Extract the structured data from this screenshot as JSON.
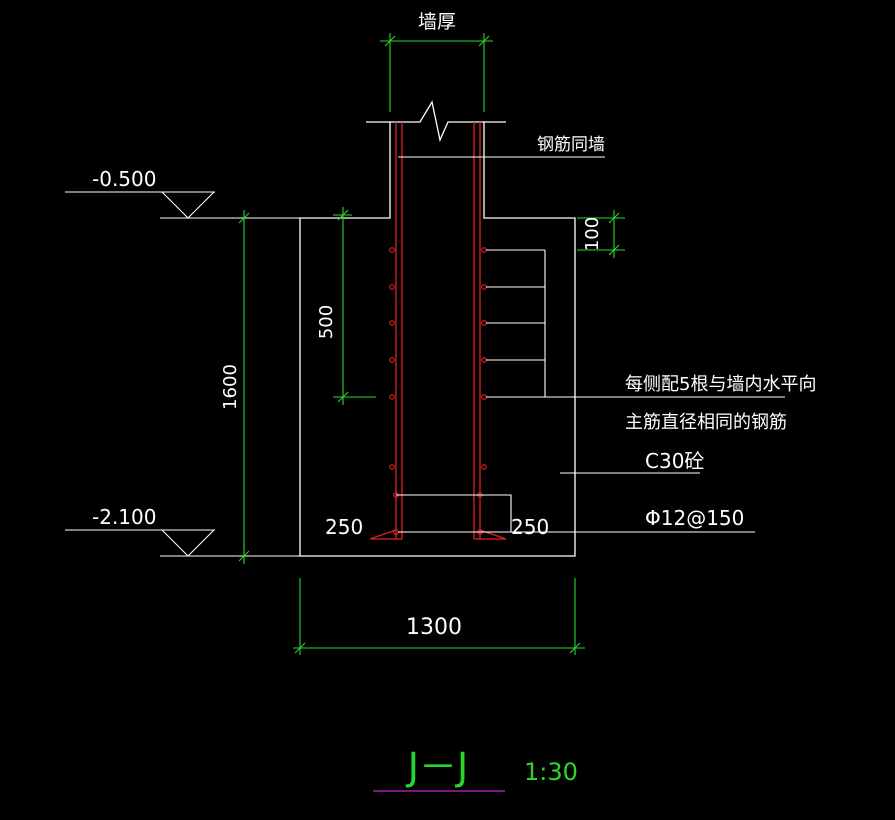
{
  "labels": {
    "wall_thickness": "墙厚",
    "rebar_same_as_wall": "钢筋同墙",
    "elev_top": "-0.500",
    "elev_bottom": "-2.100",
    "dim_100": "100",
    "dim_500": "500",
    "dim_1600": "1600",
    "dim_250_left": "250",
    "dim_250_right": "250",
    "dim_1300": "1300",
    "note_line1": "每侧配5根与墙内水平向",
    "note_line2": "主筋直径相同的钢筋",
    "concrete": "C30砼",
    "stirrup": "Φ12@150",
    "section_title": "J－J",
    "scale": "1:30"
  },
  "colors": {
    "background": "#000000",
    "line": "#ffffff",
    "dimension": "#2bd62b",
    "rebar": "#e02020",
    "title_underline": "#d020d0"
  }
}
